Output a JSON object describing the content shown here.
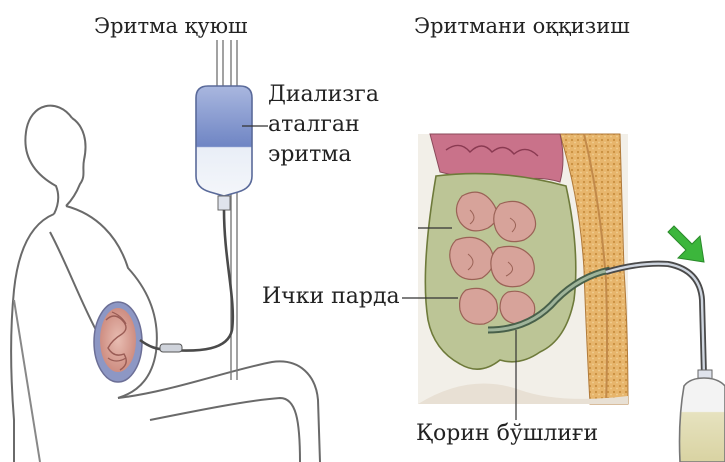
{
  "titles": {
    "left": "Эритма қуюш",
    "right": "Эритмани оққизиш"
  },
  "labels": {
    "dialysis_solution": [
      "Диализга",
      "аталган",
      "эритма"
    ],
    "inner_membrane": "Ички парда",
    "abdominal_cavity": "Қорин бўшлиғи"
  },
  "colors": {
    "solution_blue": "#6f85c4",
    "peritoneum_green": "#bcc596",
    "intestine_pink": "#d7a39a",
    "arrow_green": "#3cb63c",
    "drain_fluid": "#e6e2bf"
  },
  "icons": [
    "woman-silhouette",
    "iv-bag",
    "drain-bag",
    "green-arrow"
  ]
}
